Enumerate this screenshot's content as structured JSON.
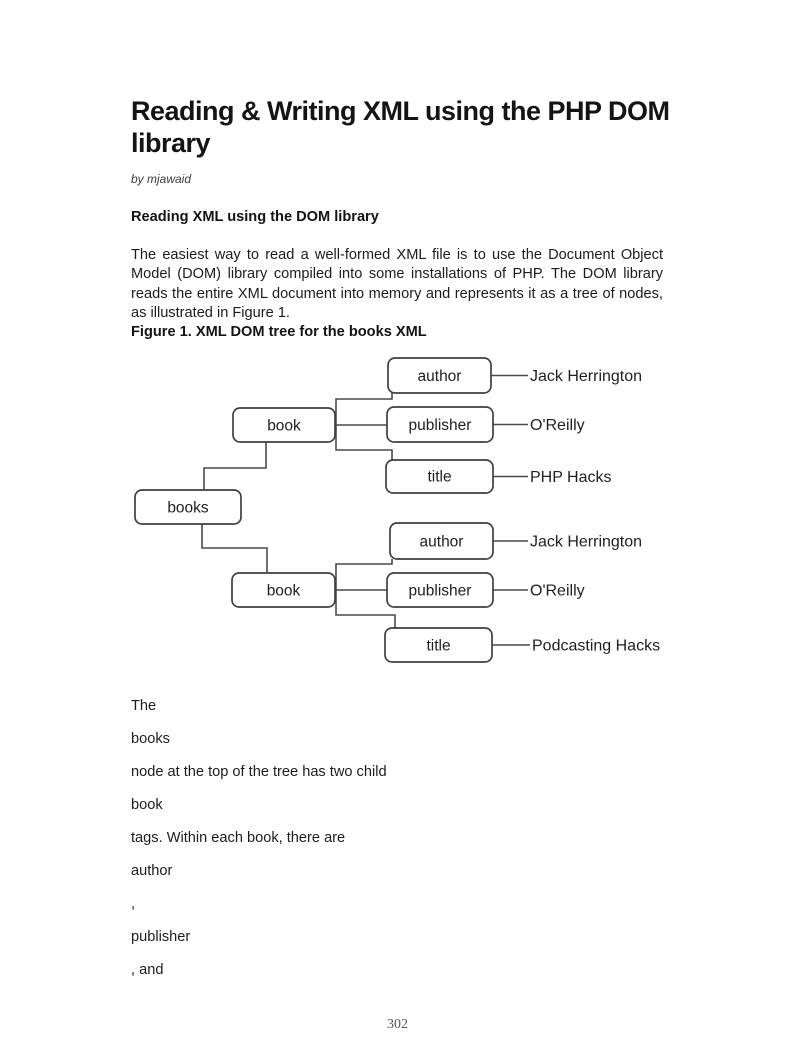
{
  "page": {
    "title": "Reading & Writing XML using the PHP DOM library",
    "title_lines": [
      "Reading & Writing XML using the PHP DOM",
      "library"
    ],
    "byline": "by mjawaid",
    "section_heading": "Reading XML using the DOM library",
    "paragraph": "The easiest way to read a well-formed XML file is to use the Document Object Model (DOM) library compiled into some installations of PHP. The DOM library reads the entire XML document into memory and represents it as a tree of nodes, as illustrated in Figure 1.",
    "figure_caption": "Figure 1. XML DOM tree for the books XML",
    "body_fragments": [
      "The",
      "books",
      "node at the top of the tree has two child",
      "book",
      "tags. Within each book, there are",
      "author",
      ",",
      "publisher",
      ", and"
    ],
    "page_number": "302"
  },
  "figure": {
    "nodes": {
      "books": "books",
      "book1": "book",
      "book2": "book",
      "author1": "author",
      "publisher1": "publisher",
      "title1": "title",
      "author2": "author",
      "publisher2": "publisher",
      "title2": "title"
    },
    "values": {
      "author1": "Jack Herrington",
      "publisher1": "O'Reilly",
      "title1": "PHP Hacks",
      "author2": "Jack Herrington",
      "publisher2": "O'Reilly",
      "title2": "Podcasting Hacks"
    },
    "colors": {
      "stroke": "#3f3f3f",
      "node_fill": "#ffffff",
      "text": "#1f1f1f"
    }
  }
}
